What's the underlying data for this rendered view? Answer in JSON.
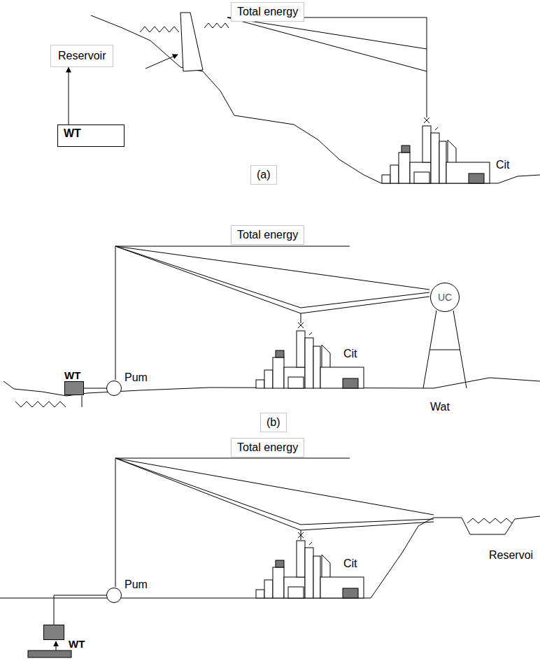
{
  "diagram": {
    "nodes": [
      {
        "text": [
          "Reservoir"
        ]
      },
      {
        "text": [
          "WT"
        ]
      },
      {
        "text": [
          "WT"
        ]
      },
      {
        "text": [
          "Pum"
        ]
      },
      {
        "text": [
          "UC"
        ]
      },
      {
        "text": [
          "WT"
        ]
      },
      {
        "text": [
          "Pum"
        ]
      }
    ],
    "edges": [
      {
        "from": 1,
        "to": 0,
        "arrow": "to"
      },
      {
        "from": 2,
        "to": 3,
        "arrow": "none"
      },
      {
        "from": 5,
        "to": 6,
        "arrow": "none"
      }
    ],
    "labels": [
      "Total energy",
      "Cit",
      "(a)",
      "Total energy",
      "Cit",
      "Wat",
      "(b)",
      "Total energy",
      "Cit",
      "Reservoi"
    ]
  }
}
